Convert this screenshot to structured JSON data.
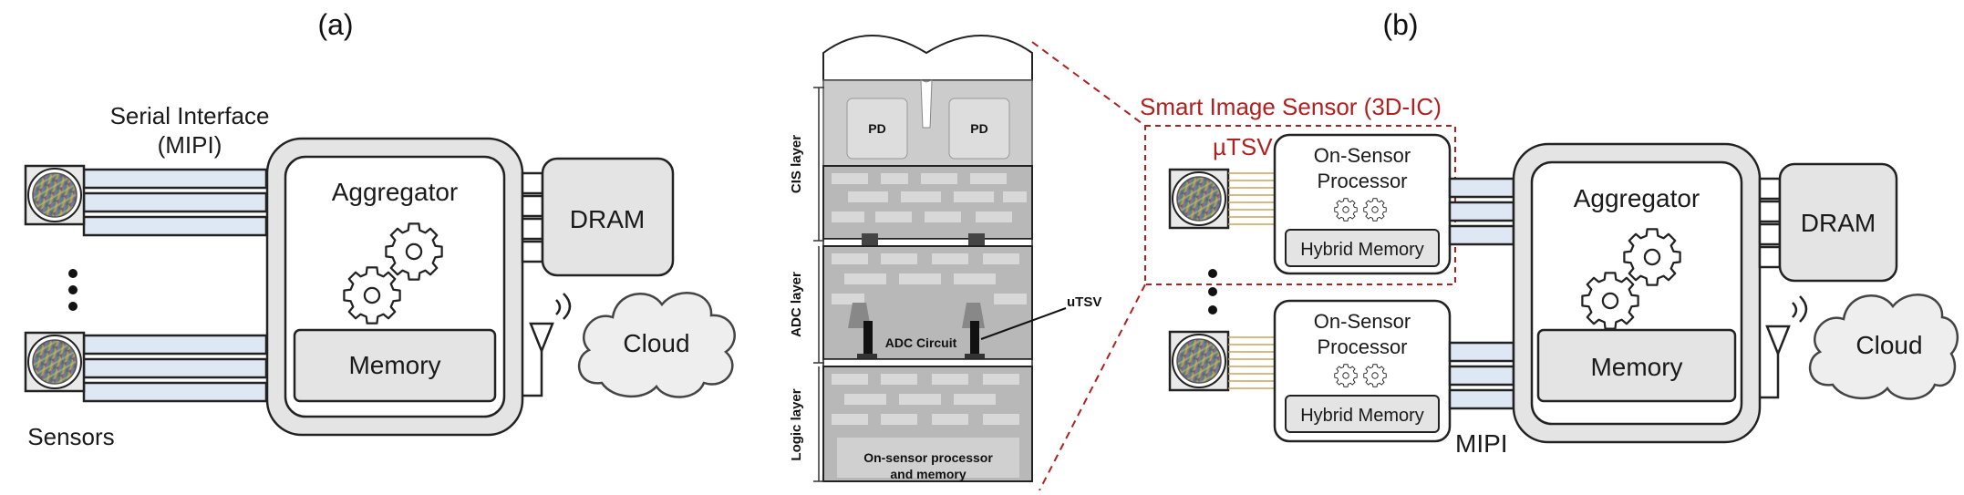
{
  "panel_labels": {
    "a": "(a)",
    "b": "(b)"
  },
  "panel_a": {
    "interface_label_line1": "Serial Interface",
    "interface_label_line2": "(MIPI)",
    "aggregator": "Aggregator",
    "memory": "Memory",
    "dram": "DRAM",
    "cloud": "Cloud",
    "sensors": "Sensors"
  },
  "stack": {
    "pd_left": "PD",
    "pd_right": "PD",
    "cis_layer": "CIS layer",
    "adc_layer": "ADC layer",
    "logic_layer": "Logic layer",
    "adc_circuit": "ADC Circuit",
    "utsv": "uTSV",
    "processor_line1": "On-sensor processor",
    "processor_line2": "and memory"
  },
  "panel_b": {
    "smart_sensor_title": "Smart Image Sensor (3D-IC)",
    "utsv": "µTSV",
    "processor_top_line1": "On-Sensor",
    "processor_top_line2": "Processor",
    "hybrid_memory_top": "Hybrid Memory",
    "processor_bottom_line1": "On-Sensor",
    "processor_bottom_line2": "Processor",
    "hybrid_memory_bottom": "Hybrid Memory",
    "aggregator": "Aggregator",
    "memory": "Memory",
    "dram": "DRAM",
    "cloud": "Cloud",
    "mipi": "MIPI"
  },
  "colors": {
    "accent_red": "#b02020",
    "box_fill": "#e4e4e4",
    "link_fill": "#dde8f4"
  }
}
